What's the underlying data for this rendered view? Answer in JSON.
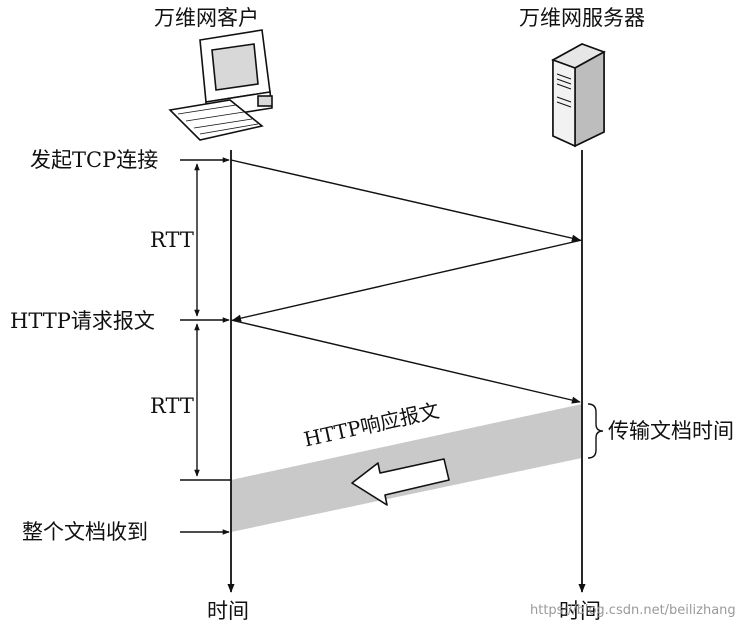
{
  "client": {
    "title": "万维网客户",
    "time_label": "时间"
  },
  "server": {
    "title": "万维网服务器",
    "time_label": "时间"
  },
  "events": {
    "tcp_connect": "发起TCP连接",
    "http_request": "HTTP请求报文",
    "document_received": "整个文档收到"
  },
  "intervals": {
    "rtt_1": "RTT",
    "rtt_2": "RTT",
    "transfer_time": "传输文档时间"
  },
  "response_band": {
    "label": "HTTP响应报文"
  },
  "watermark": "https://blog.csdn.net/beilizhang",
  "icons": {
    "client": "desktop-computer-icon",
    "server": "server-tower-icon",
    "direction": "left-arrow-icon"
  },
  "colors": {
    "line": "#111111",
    "band": "#c9c9c9"
  }
}
